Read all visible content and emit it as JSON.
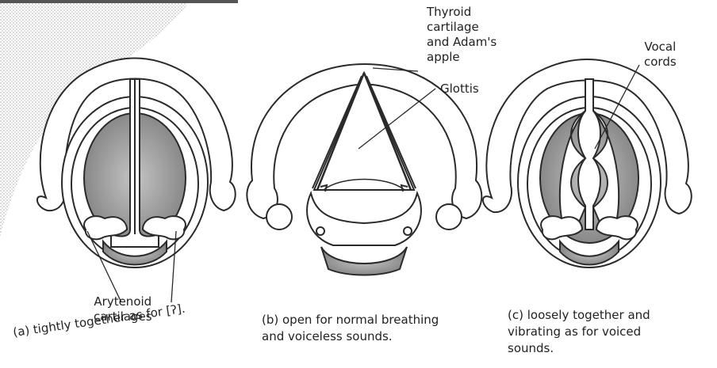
{
  "labels": {
    "thyroid": "Thyroid\ncartilage\nand Adam's\napple",
    "glottis": "Glottis",
    "vocal_cords": "Vocal\ncords",
    "arytenoid": "Arytenoid\ncartilages"
  },
  "captions": {
    "a": "(a) tightly together as for [ʔ].",
    "b": "(b) open for normal breathing\n     and voiceless sounds.",
    "c": "(c) loosely together and\n     vibrating as for voiced\n     sounds."
  },
  "colors": {
    "outline": "#2a2a2a",
    "shade_dark": "#8f8f8f",
    "shade_light": "#c9c9c9",
    "paper": "#ffffff"
  }
}
